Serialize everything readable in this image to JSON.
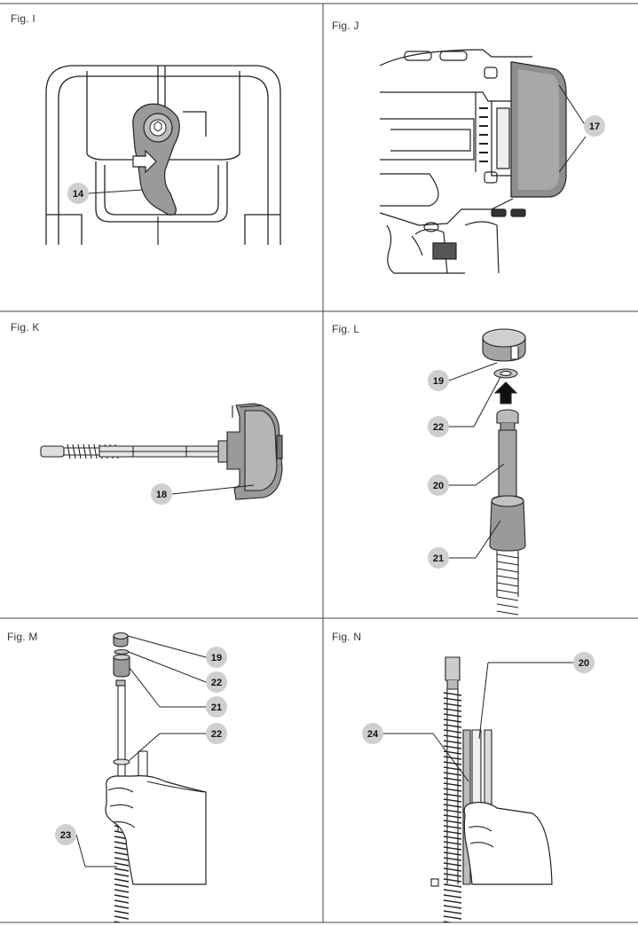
{
  "figures": {
    "I": {
      "label": "Fig. I",
      "callouts": [
        "14"
      ]
    },
    "J": {
      "label": "Fig. J",
      "callouts": [
        "17"
      ]
    },
    "K": {
      "label": "Fig. K",
      "callouts": [
        "18"
      ]
    },
    "L": {
      "label": "Fig. L",
      "callouts": [
        "19",
        "22",
        "20",
        "21"
      ]
    },
    "M": {
      "label": "Fig. M",
      "callouts": [
        "19",
        "22",
        "21",
        "22",
        "23"
      ]
    },
    "N": {
      "label": "Fig. N",
      "callouts": [
        "20",
        "24"
      ]
    }
  }
}
